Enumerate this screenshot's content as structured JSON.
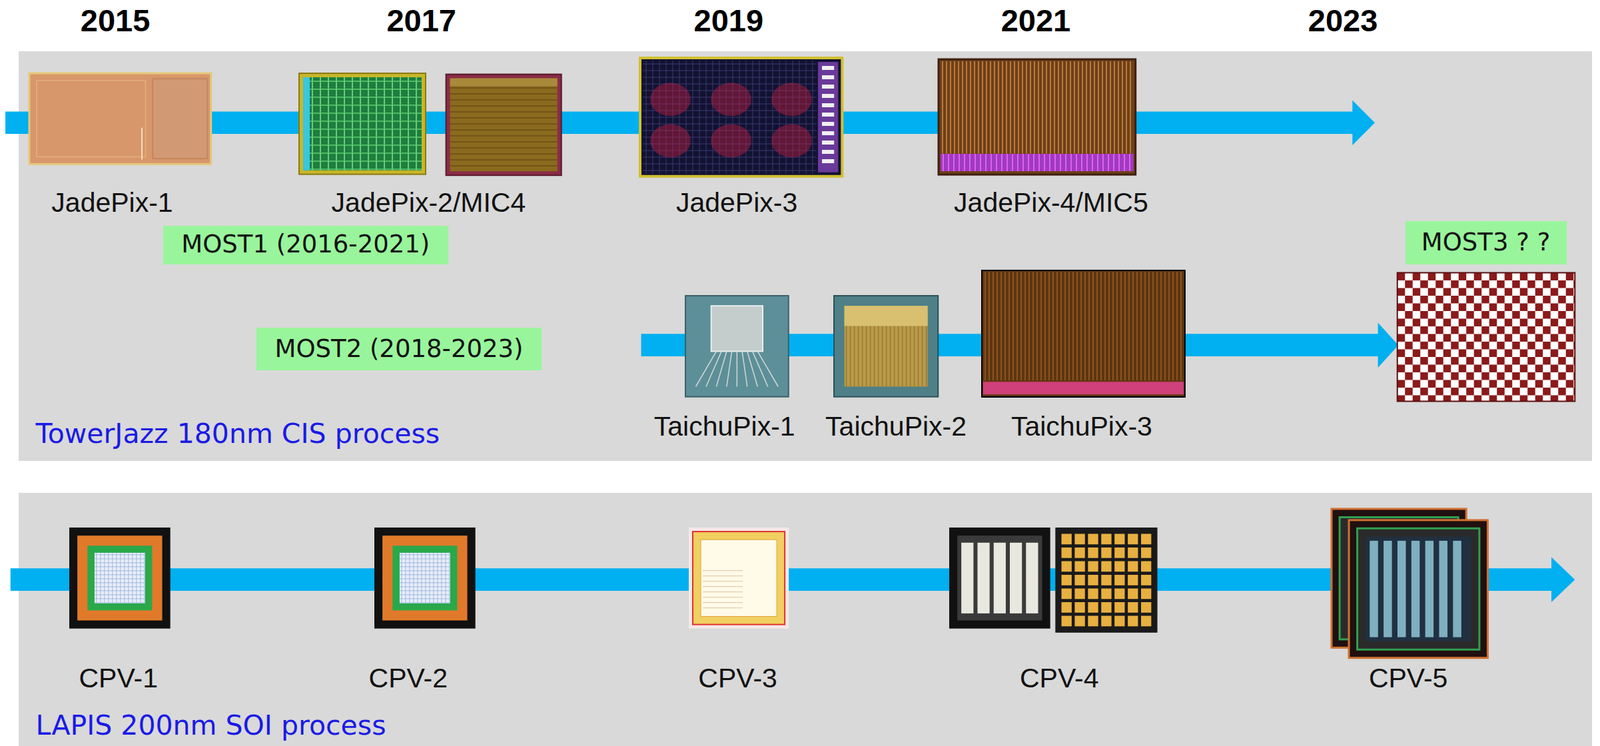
{
  "diagram": {
    "nodes": [
      {
        "text": [
          "TowerJazz 180nm CIS process"
        ]
      },
      {
        "text": [
          "JadePix-1"
        ],
        "in": 0
      },
      {
        "text": [
          "JadePix-2/MIC4"
        ],
        "in": 0
      },
      {
        "text": [
          "JadePix-3"
        ],
        "in": 0
      },
      {
        "text": [
          "JadePix-4/MIC5"
        ],
        "in": 0
      },
      {
        "text": [
          "MOST1 (2016-2021)"
        ],
        "in": 0
      },
      {
        "text": [
          "MOST3 ? ?"
        ],
        "in": 0
      },
      {
        "text": [
          "MOST2 (2018-2023)"
        ],
        "in": 0
      },
      {
        "text": [
          "TaichuPix-1"
        ],
        "in": 0
      },
      {
        "text": [
          "TaichuPix-2"
        ],
        "in": 0
      },
      {
        "text": [
          "TaichuPix-3"
        ],
        "in": 0
      },
      {
        "text": [
          "LAPIS 200nm SOI process"
        ]
      },
      {
        "text": [
          "CPV-1"
        ],
        "in": 11
      },
      {
        "text": [
          "CPV-2"
        ],
        "in": 11
      },
      {
        "text": [
          "CPV-3"
        ],
        "in": 11
      },
      {
        "text": [
          "CPV-4"
        ],
        "in": 11
      },
      {
        "text": [
          "CPV-5"
        ],
        "in": 11
      }
    ],
    "labels": [
      "2015",
      "2017",
      "2019",
      "2021",
      "2023"
    ]
  }
}
